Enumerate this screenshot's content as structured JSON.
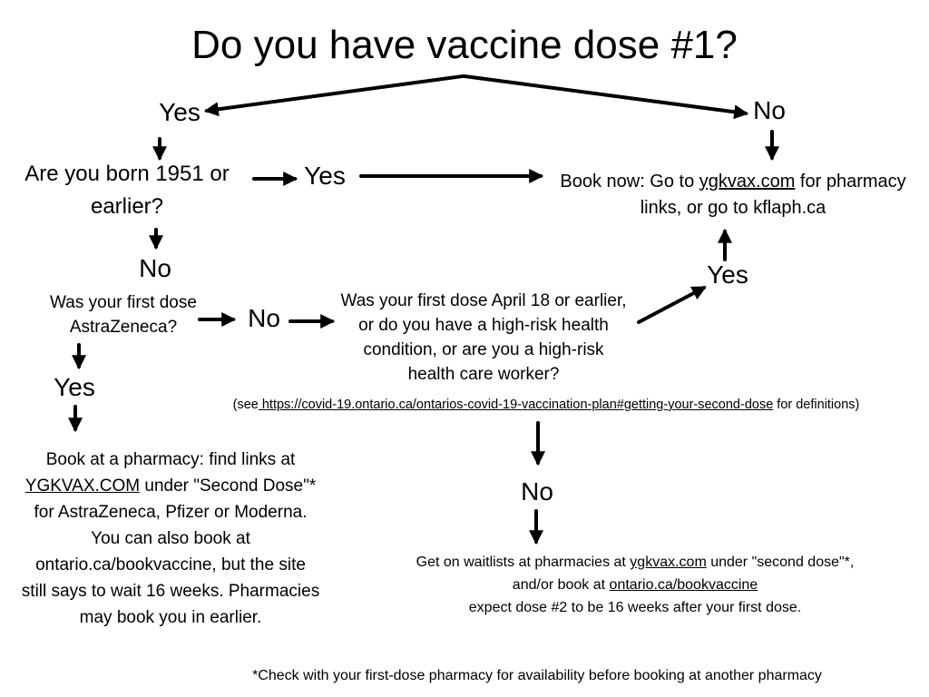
{
  "title": "Do you have vaccine dose #1?",
  "yes_1": "Yes",
  "no_1": "No",
  "q_born": {
    "line1": "Are you born 1951 or",
    "line2": "earlier?"
  },
  "yes_born": "Yes",
  "book_now": {
    "prefix": "Book now: Go to ",
    "link": "ygkvax.com",
    "suffix": " for pharmacy",
    "line2": "links, or go to kflaph.ca"
  },
  "no_born": "No",
  "q_az": {
    "line1": "Was your first dose",
    "line2": "AstraZeneca?"
  },
  "no_az": "No",
  "q_risk": {
    "line1": "Was your first dose April 18 or earlier,",
    "line2": "or do you have a high-risk health",
    "line3": "condition, or are you a high-risk",
    "line4": "health care worker?"
  },
  "yes_risk": "Yes",
  "definitions": {
    "prefix": "(see",
    "link": " https://covid-19.ontario.ca/ontarios-covid-19-vaccination-plan#getting-your-second-dose",
    "suffix": " for definitions)"
  },
  "yes_az": "Yes",
  "book_pharmacy": {
    "line1": "Book at a pharmacy: find links at",
    "line2_link": "YGKVAX.COM",
    "line2_rest": " under \"Second Dose\"*",
    "line3": "for AstraZeneca, Pfizer or Moderna.",
    "line4": "You can also book at",
    "line5": "ontario.ca/bookvaccine, but the site",
    "line6": "still says to wait 16 weeks. Pharmacies",
    "line7": "may book you in earlier."
  },
  "no_risk": "No",
  "waitlist": {
    "line1_prefix": "Get on waitlists at pharmacies at ",
    "line1_link": "ygkvax.com",
    "line1_suffix": " under \"second dose\"*,",
    "line2_prefix": "and/or book at ",
    "line2_link": "ontario.ca/bookvaccine",
    "line3": "expect dose #2 to be 16 weeks after your first dose."
  },
  "footnote": "*Check with your first-dose pharmacy for availability before booking at another pharmacy"
}
